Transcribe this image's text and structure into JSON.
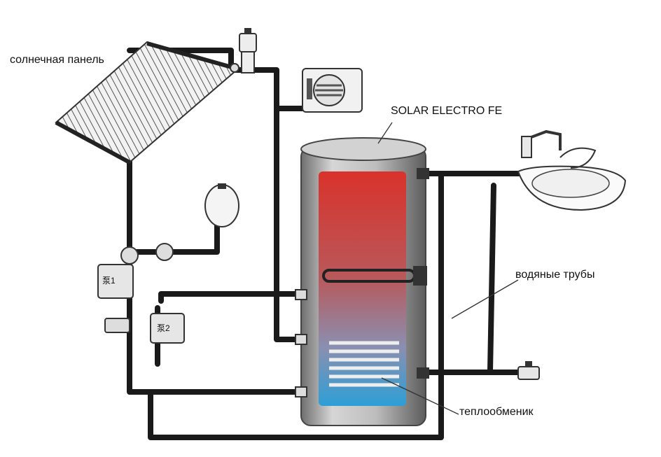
{
  "labels": {
    "solar_panel": "солнечная панель",
    "tank_model": "SOLAR ELECTRO FE",
    "water_pipes": "водяные трубы",
    "heat_exchanger": "теплообменик"
  },
  "pump_labels": {
    "pump1": "泵1",
    "pump2": "泵2"
  },
  "colors": {
    "pipe": "#1a1a1a",
    "tank_hot": "#d9322b",
    "tank_cold": "#2d9fd6",
    "tank_shell": "#c9c9c9",
    "background": "#ffffff"
  }
}
